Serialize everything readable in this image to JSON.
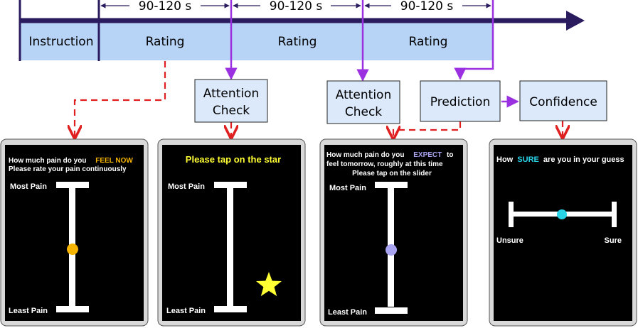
{
  "timeline": {
    "durations": [
      "90-120 s",
      "90-120 s",
      "90-120 s"
    ],
    "phases": [
      "Instruction",
      "Rating",
      "Rating",
      "Rating"
    ]
  },
  "steps": {
    "attention_check_1": "Attention Check",
    "attention_check_2": "Attention Check",
    "prediction": "Prediction",
    "confidence": "Confidence"
  },
  "screens": {
    "rating": {
      "prompt_line1": "How much pain do you",
      "highlight": "FEEL NOW",
      "prompt_line2": "Please rate your pain continuously",
      "top_label": "Most Pain",
      "bottom_label": "Least Pain",
      "highlight_color": "#f4b400",
      "dot_color": "#f4b400"
    },
    "attention": {
      "prompt": "Please tap on the star",
      "top_label": "Most Pain",
      "bottom_label": "Least Pain",
      "prompt_color": "#ffff33",
      "star_color": "#ffff33"
    },
    "prediction": {
      "prompt_line1": "How much pain do you",
      "highlight": "EXPECT",
      "prompt_line1_end": "to",
      "prompt_line2": "feel tomorrow, roughly at this time",
      "prompt_line3": "Please tap on the slider",
      "top_label": "Most Pain",
      "bottom_label": "Least Pain",
      "highlight_color": "#a9a4f2",
      "dot_color": "#a9a4f2"
    },
    "confidence": {
      "prompt_pre": "How",
      "highlight": "SURE",
      "prompt_post": "are you in your guess",
      "left_label": "Unsure",
      "right_label": "Sure",
      "highlight_color": "#29d3e6",
      "dot_color": "#29d3e6"
    }
  },
  "colors": {
    "timeline_arrow": "#2a1a5e",
    "bar_fill": "#b7d3f5",
    "step_fill": "#dbe9fb",
    "purple_arrow": "#9b30e0",
    "red_dashed": "#e02020"
  }
}
